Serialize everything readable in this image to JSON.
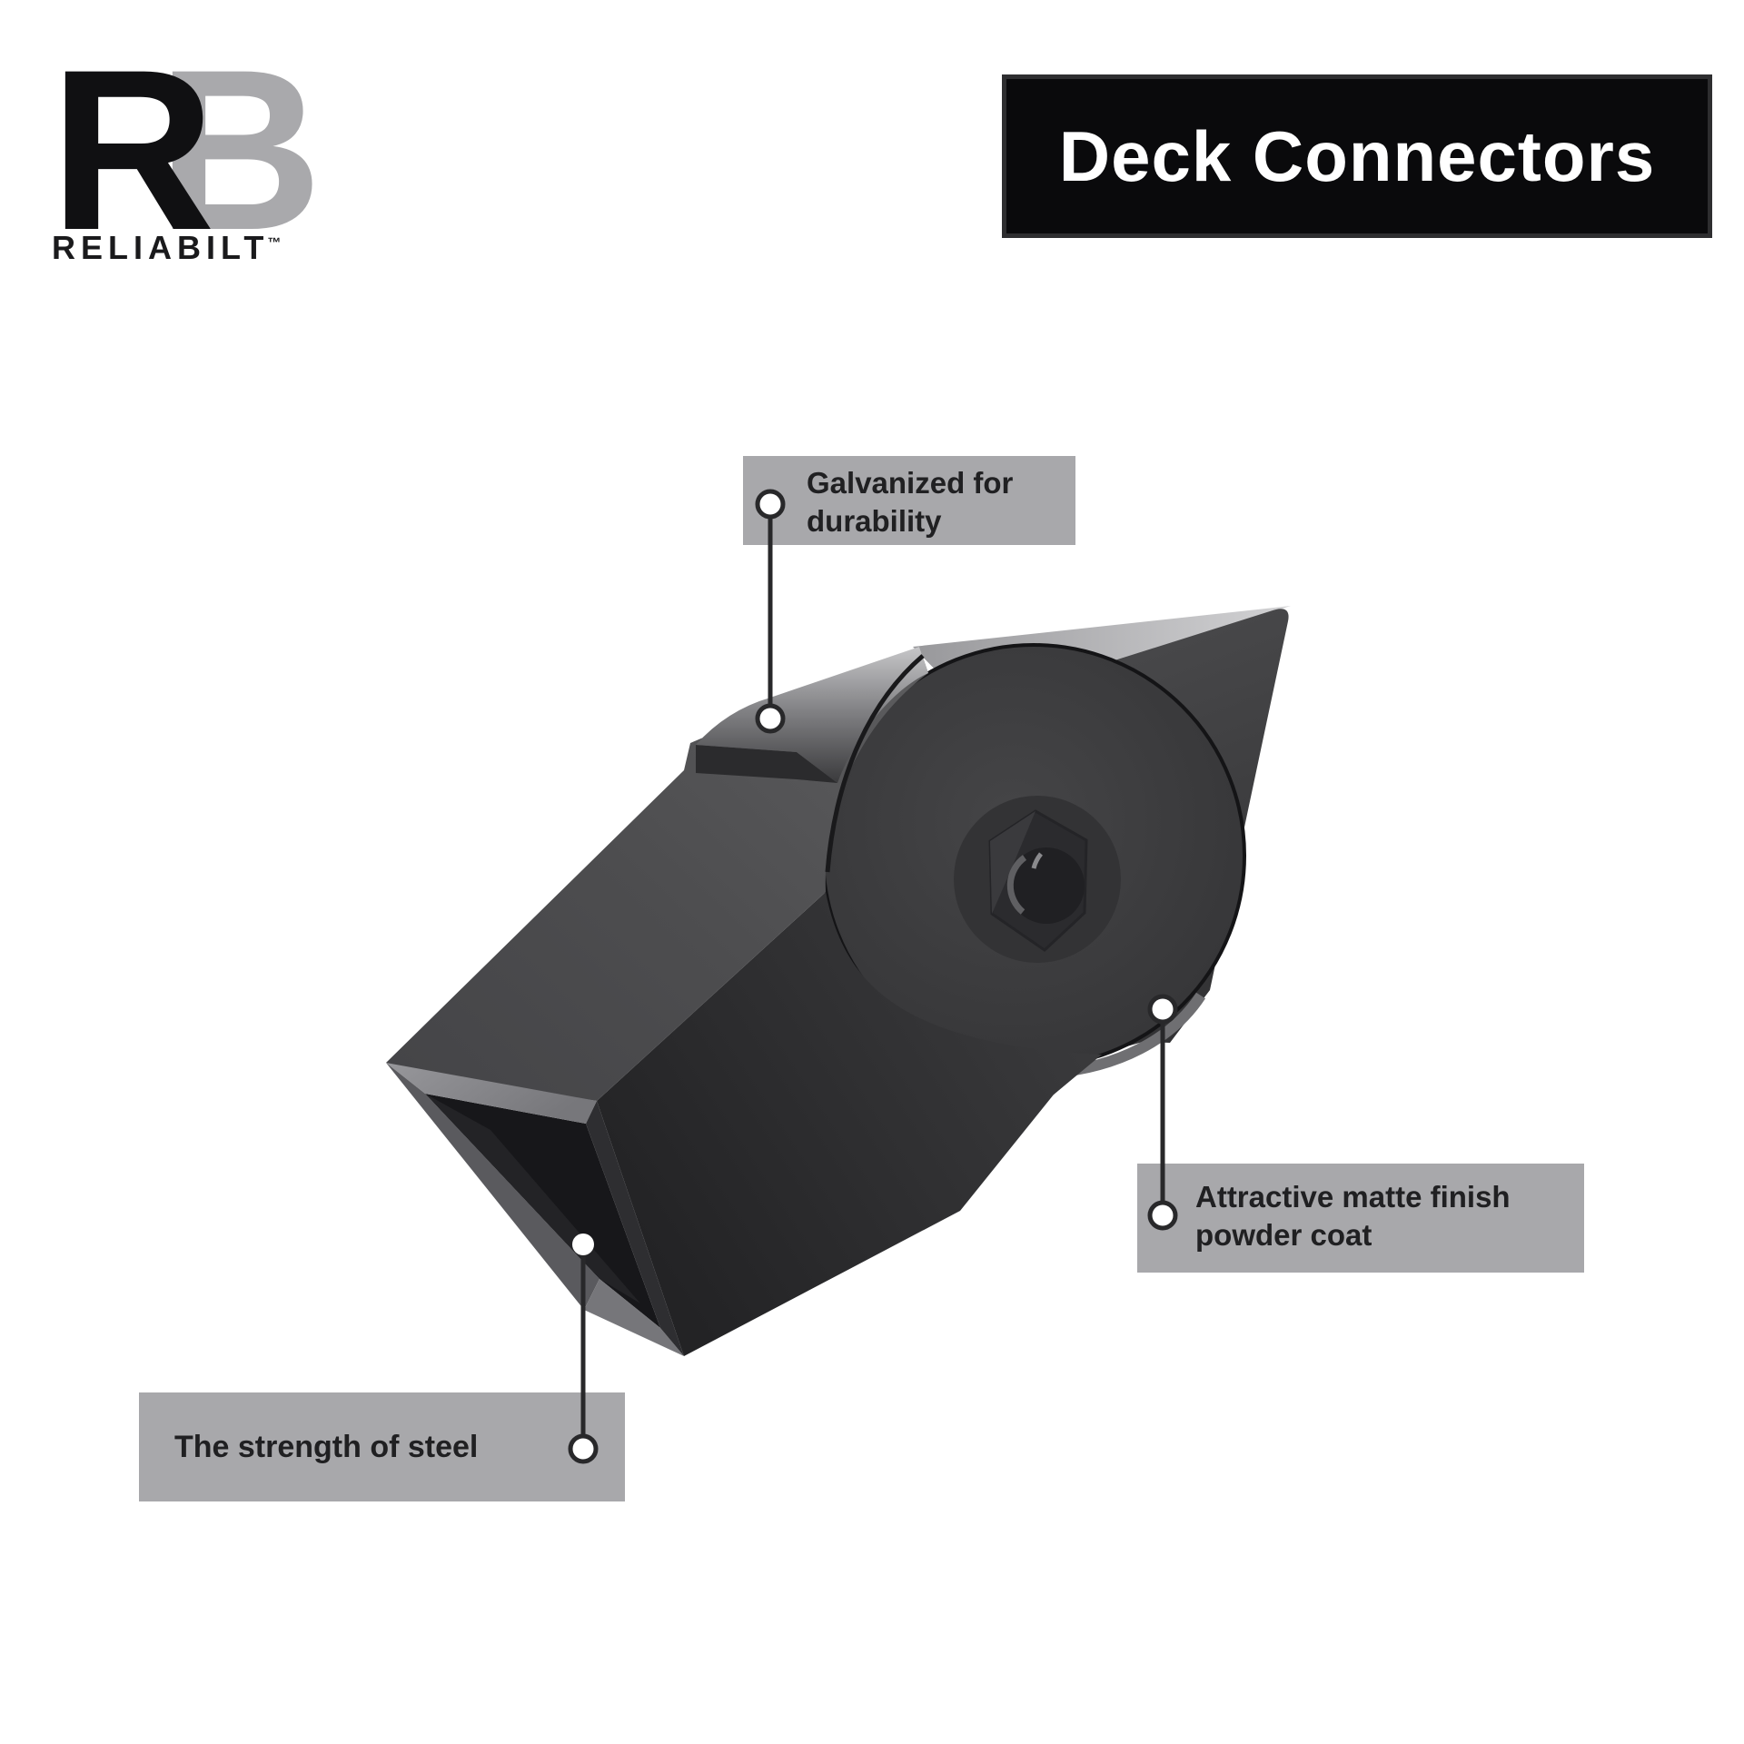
{
  "logo": {
    "letter_r": "R",
    "letter_b": "B",
    "wordmark": "RELIABILT",
    "trademark": "™"
  },
  "banner": {
    "title": "Deck Connectors"
  },
  "callouts": [
    {
      "id": "galvanized-for-durability",
      "text": "Galvanized for durability",
      "line1": "Galvanized for",
      "line2": "durability"
    },
    {
      "id": "attractive-matte-finish-powder-coat",
      "text": "Attractive matte finish powder coat",
      "line1": "Attractive matte finish",
      "line2": "powder coat"
    },
    {
      "id": "the-strength-of-steel",
      "text": "The strength of steel",
      "line1": "The strength of steel"
    }
  ],
  "colors": {
    "background": "#ffffff",
    "banner_bg": "#0a0a0c",
    "banner_text": "#ffffff",
    "label_bg": "#a8a8ab",
    "label_text": "#202022",
    "logo_black": "#101012",
    "logo_gray": "#a9a9ac",
    "leader_line": "#28282a",
    "product_dark": "#3c3c3e",
    "product_light": "#c6c6c8"
  }
}
